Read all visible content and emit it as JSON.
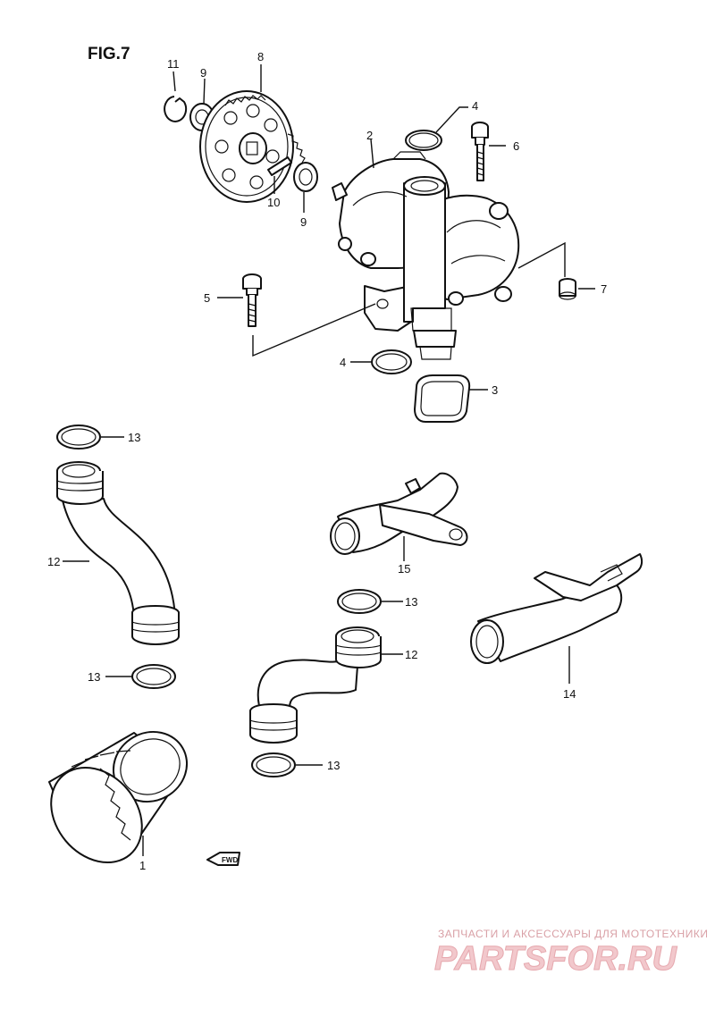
{
  "figure": {
    "title": "FIG.7"
  },
  "callouts": {
    "c1": "1",
    "c2": "2",
    "c3": "3",
    "c4a": "4",
    "c4b": "4",
    "c5": "5",
    "c6": "6",
    "c7": "7",
    "c8": "8",
    "c9a": "9",
    "c9b": "9",
    "c10": "10",
    "c11": "11",
    "c12a": "12",
    "c12b": "12",
    "c13a": "13",
    "c13b": "13",
    "c13c": "13",
    "c13d": "13",
    "c14": "14",
    "c15": "15"
  },
  "fwd_marker": "FWD",
  "watermark": {
    "tagline": "ЗАПЧАСТИ И АКСЕССУАРЫ ДЛЯ МОТОТЕХНИКИ",
    "brand": "PARTSFOR.RU"
  }
}
